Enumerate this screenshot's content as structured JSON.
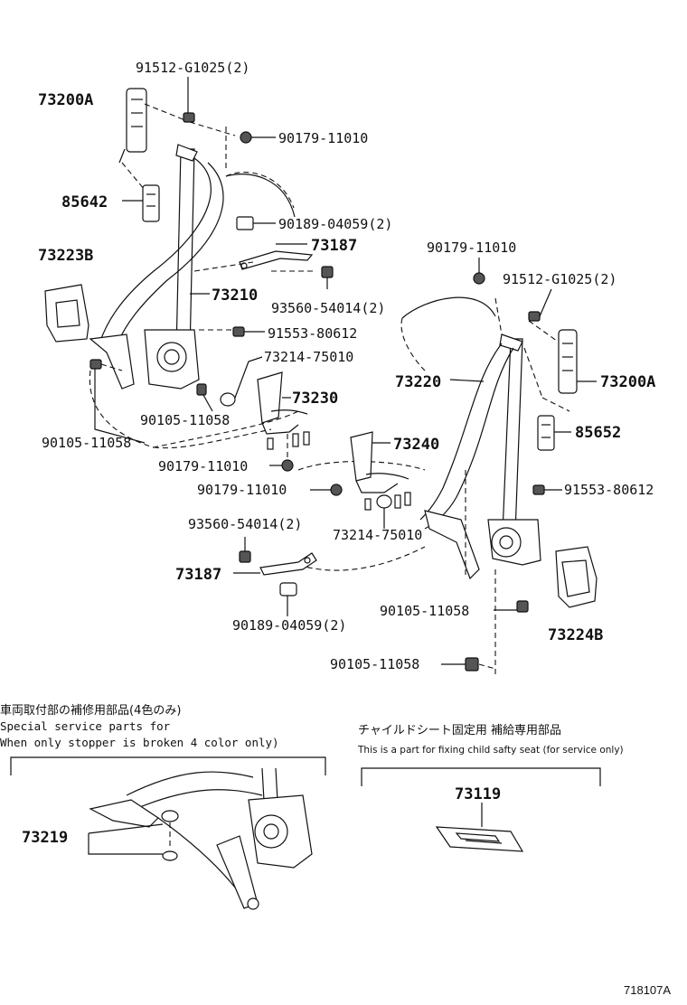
{
  "labels": {
    "p73200A_left": "73200A",
    "p91512_left": "91512-G1025(2)",
    "p90179_top": "90179-11010",
    "p85642": "85642",
    "p90189_top": "90189-04059(2)",
    "p73187_top": "73187",
    "p73223B": "73223B",
    "p73210": "73210",
    "p93560_top": "93560-54014(2)",
    "p91553_left": "91553-80612",
    "p73214_top": "73214-75010",
    "p73230": "73230",
    "p90105_a": "90105-11058",
    "p90105_b": "90105-11058",
    "p90179_mid": "90179-11010",
    "p90179_low": "90179-11010",
    "p93560_low": "93560-54014(2)",
    "p73187_low": "73187",
    "p90189_low": "90189-04059(2)",
    "p73214_low": "73214-75010",
    "p73240": "73240",
    "p73220": "73220",
    "p90179_right": "90179-11010",
    "p91512_right": "91512-G1025(2)",
    "p73200A_right": "73200A",
    "p85652": "85652",
    "p91553_right": "91553-80612",
    "p90105_c": "90105-11058",
    "p73224B": "73224B",
    "p90105_d": "90105-11058",
    "p73219": "73219",
    "p73119": "73119"
  },
  "notes": {
    "left_jp": "車両取付部の補修用部品(4色のみ)",
    "left_en1": "Special  service  parts  for",
    "left_en2": "When  only  stopper  is  broken 4 color  only)",
    "right_jp": "チャイルドシート固定用 補給専用部品",
    "right_en": "This is a part for fixing child safty seat (for service only)"
  },
  "figure_id": "718107A"
}
